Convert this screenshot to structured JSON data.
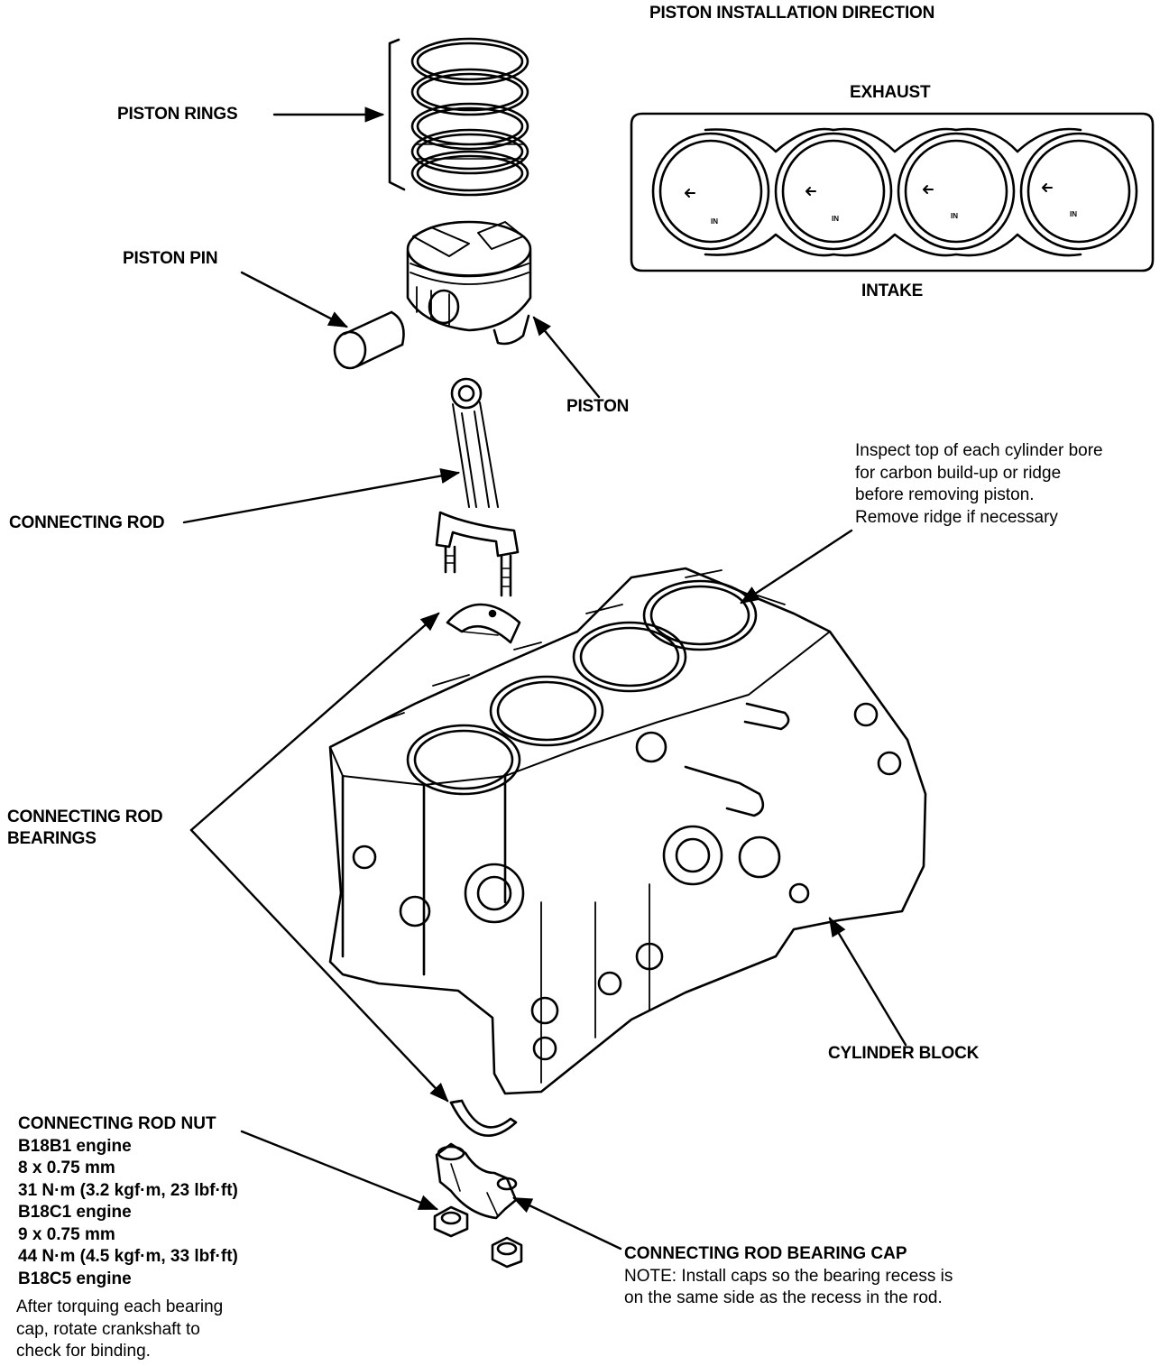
{
  "header": {
    "title": "PISTON INSTALLATION DIRECTION"
  },
  "orientation": {
    "top": "EXHAUST",
    "bottom": "INTAKE",
    "cyl_mark": "IN"
  },
  "labels": {
    "piston_rings": "PISTON RINGS",
    "piston_pin": "PISTON PIN",
    "piston": "PISTON",
    "connecting_rod": "CONNECTING ROD",
    "rod_bearings": [
      "CONNECTING ROD",
      "BEARINGS"
    ],
    "cylinder_block": "CYLINDER BLOCK"
  },
  "inspect_note": [
    "Inspect top of each cylinder bore",
    "for carbon build-up or ridge",
    "before removing piston.",
    "Remove ridge if necessary"
  ],
  "rod_nut": {
    "title": "CONNECTING ROD NUT",
    "engine1": "B18B1 engine",
    "size1": "8 x 0.75 mm",
    "torque1": "31 N·m (3.2 kgf·m, 23 lbf·ft)",
    "engine2": "B18C1 engine",
    "size2": "9 x 0.75 mm",
    "torque2": "44 N·m (4.5 kgf·m, 33 lbf·ft)",
    "engine3": "B18C5 engine",
    "after": [
      "After torquing each bearing",
      "cap, rotate crankshaft to",
      "check for binding."
    ]
  },
  "bearing_cap": {
    "title": "CONNECTING ROD BEARING CAP",
    "note": [
      "NOTE:  Install caps so the bearing recess is",
      "on the same side as the recess in the rod."
    ]
  }
}
